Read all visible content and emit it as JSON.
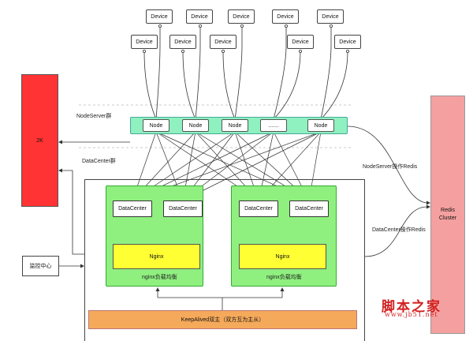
{
  "devices": {
    "top_row": [
      "Device",
      "Device",
      "Device",
      "Device",
      "Device"
    ],
    "bottom_row": [
      "Device",
      "Device",
      "Device",
      "Device",
      "Device"
    ]
  },
  "node_server": {
    "group_label": "NodeServer群",
    "nodes": [
      "Node",
      "Node",
      "Node",
      ".......",
      "Node"
    ]
  },
  "left_box": {
    "label": "2K"
  },
  "datacenter_group_label": "DataCenter群",
  "clusters": [
    {
      "datacenters": [
        "DataCenter",
        "DataCenter"
      ],
      "nginx": "Nginx",
      "caption": "nginx负载均衡"
    },
    {
      "datacenters": [
        "DataCenter",
        "DataCenter"
      ],
      "nginx": "Nginx",
      "caption": "nginx负载均衡"
    }
  ],
  "monitor": {
    "label": "监控中心"
  },
  "keepalived": {
    "label": "KeepAlived双主（双方互为主从）"
  },
  "redis": {
    "label_line1": "Redis",
    "label_line2": "Cluster",
    "node_server_link": "NodeServer操作Redis",
    "datacenter_link": "DataCenter操作Redis"
  },
  "watermark": {
    "main": "脚本之家",
    "url": "www.jb51.net"
  },
  "colors": {
    "node_bar": "#8ff0c0",
    "left_box": "#ff3333",
    "cluster_bg": "#8ff07f",
    "nginx": "#ffff33",
    "keepalived": "#f5a95a",
    "redis": "#f5a0a0",
    "watermark": "#d21f1f"
  }
}
